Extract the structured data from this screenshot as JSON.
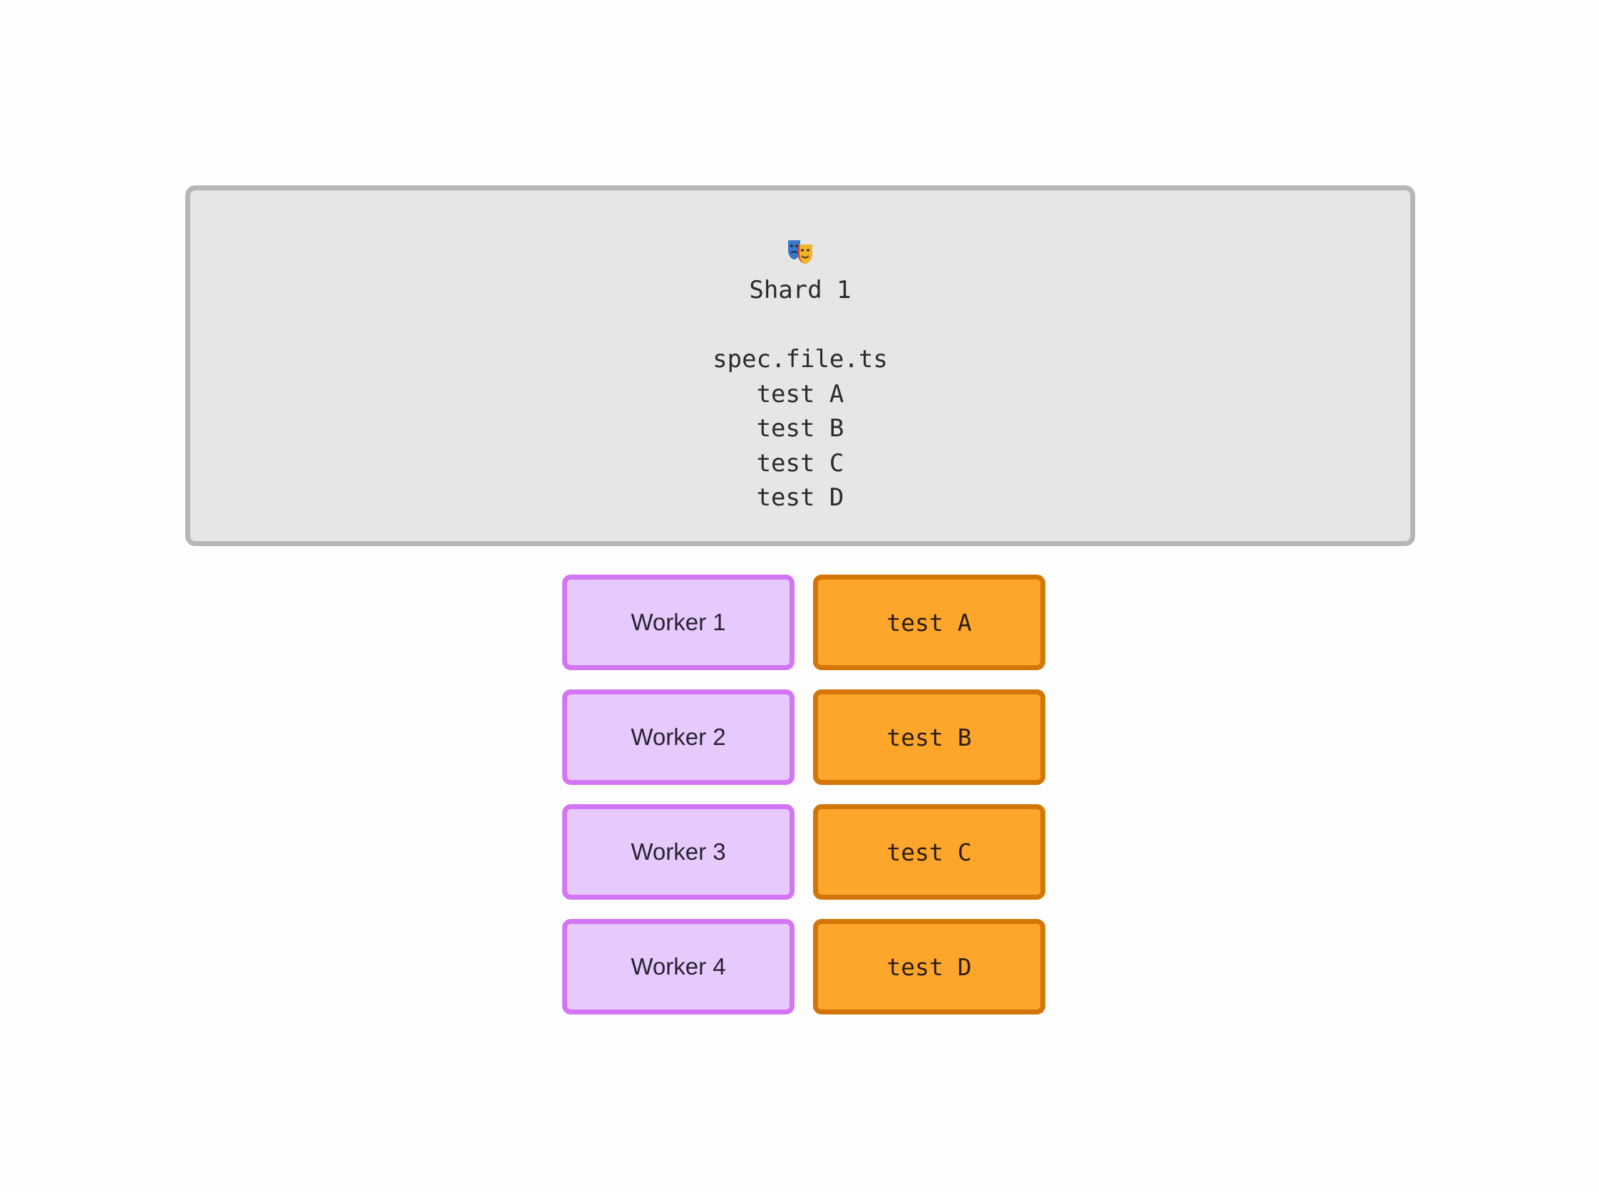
{
  "shard": {
    "icon": "theater-masks-icon",
    "title": "Shard 1",
    "file": "spec.file.ts",
    "tests": [
      "test A",
      "test B",
      "test C",
      "test D"
    ]
  },
  "workers": [
    {
      "label": "Worker 1",
      "test": "test A"
    },
    {
      "label": "Worker 2",
      "test": "test B"
    },
    {
      "label": "Worker 3",
      "test": "test C"
    },
    {
      "label": "Worker 4",
      "test": "test D"
    }
  ],
  "colors": {
    "shard_fill": "#e6e6e6",
    "shard_border": "#b6b6b6",
    "worker_fill": "#e6cafe",
    "worker_border": "#d376f5",
    "test_fill": "#fea62c",
    "test_border": "#d47508"
  }
}
